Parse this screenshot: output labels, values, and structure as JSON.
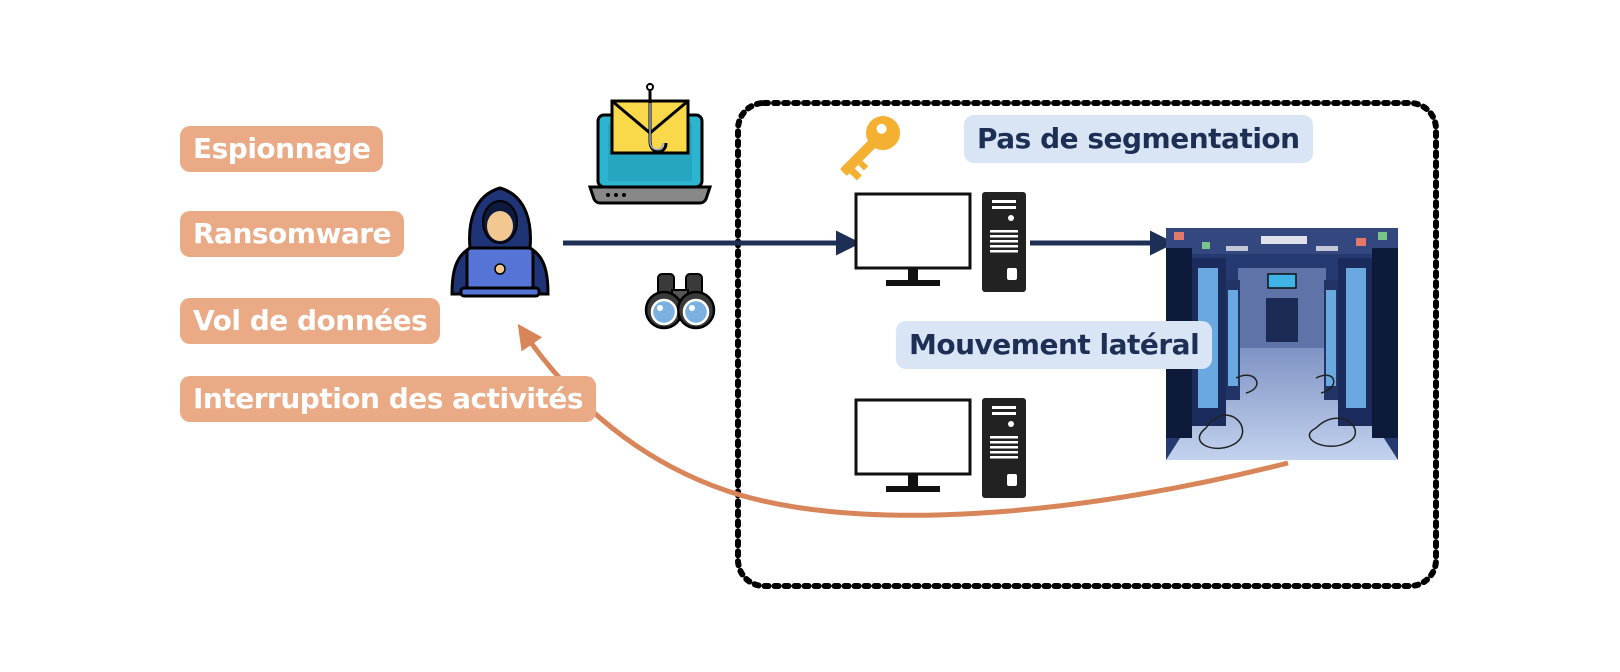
{
  "impacts": [
    {
      "label": "Espionnage"
    },
    {
      "label": "Ransomware"
    },
    {
      "label": "Vol de données"
    },
    {
      "label": "Interruption des activités"
    }
  ],
  "network": {
    "segmentation_label": "Pas de segmentation",
    "lateral_label": "Mouvement latéral"
  },
  "colors": {
    "impact_badge": "#ebaa86",
    "network_badge": "#d9e5f5",
    "arrow_dark": "#1e2f55",
    "arrow_orange": "#d9855a",
    "boundary": "#000000"
  },
  "icons": {
    "attacker": "hacker-icon",
    "phishing": "phishing-laptop-icon",
    "recon": "binoculars-icon",
    "credential": "key-icon",
    "workstation": "desktop-computer-icon",
    "target": "datacenter-icon"
  }
}
